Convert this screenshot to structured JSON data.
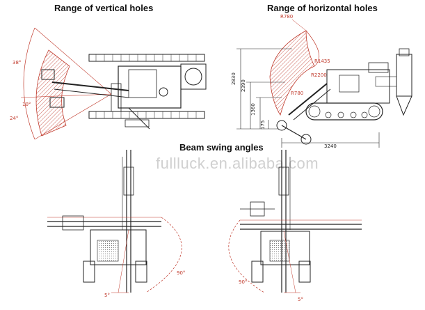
{
  "titles": {
    "vertical": "Range of vertical holes",
    "horizontal": "Range of horizontal holes",
    "swing": "Beam swing angles"
  },
  "watermark": "fullluck.en.alibaba.com",
  "vertical_angles": {
    "a1": "38°",
    "a2": "10°",
    "a3": "24°"
  },
  "horizontal_dims": {
    "r780_top": "R780",
    "r1435": "R1435",
    "r2200": "R2200",
    "r780_bot": "R780",
    "h2830": "2830",
    "h2390": "2390",
    "h1360": "1360",
    "h175": "175",
    "w3240": "3240"
  },
  "swing_angles": {
    "left_90": "90°",
    "left_5": "5°",
    "right_90": "90°",
    "right_5": "5°"
  },
  "colors": {
    "hatch": "#c0392b",
    "dim": "#c0392b",
    "line": "#222222"
  }
}
